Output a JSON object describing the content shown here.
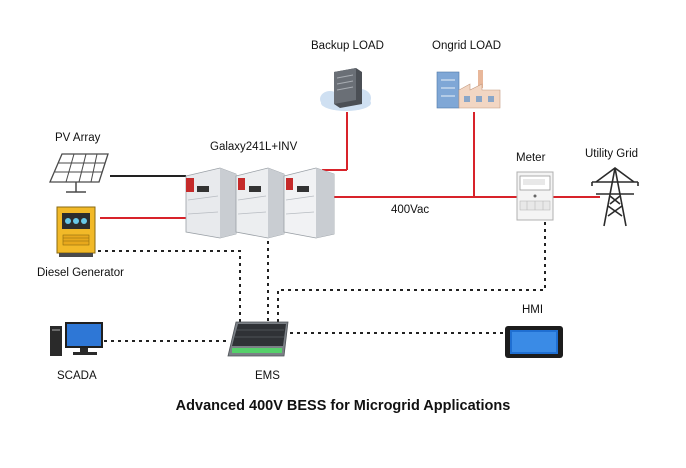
{
  "labels": {
    "backup_load": "Backup LOAD",
    "ongrid_load": "Ongrid LOAD",
    "pv_array": "PV Array",
    "inverter": "Galaxy241L+INV",
    "meter": "Meter",
    "utility_grid": "Utility Grid",
    "bus_voltage": "400Vac",
    "diesel_generator": "Diesel Generator",
    "hmi": "HMI",
    "scada": "SCADA",
    "ems": "EMS"
  },
  "caption": "Advanced 400V BESS for Microgrid Applications",
  "colors": {
    "power_line": "#d8232a",
    "dc_line": "#222222",
    "comm_line": "#222222",
    "cabinet": "#f1f2f4",
    "generator": "#f2b928"
  }
}
